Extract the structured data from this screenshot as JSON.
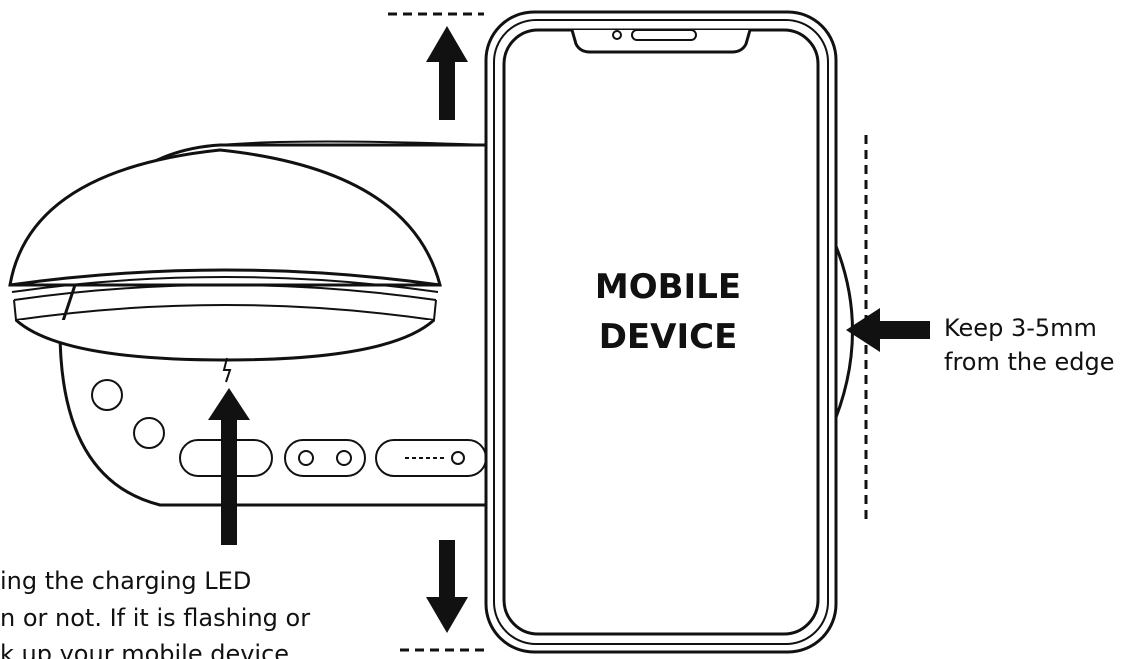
{
  "device": {
    "line1": "MOBILE",
    "line2": "DEVICE"
  },
  "edge_note": {
    "line1": "Keep 3-5mm",
    "line2": "from the edge"
  },
  "led_note": {
    "line1": "ing the charging LED",
    "line2": "n or not. If it is flashing or",
    "line3": "k up your mobile device"
  },
  "stroke_color": "#111111",
  "background_color": "#ffffff"
}
